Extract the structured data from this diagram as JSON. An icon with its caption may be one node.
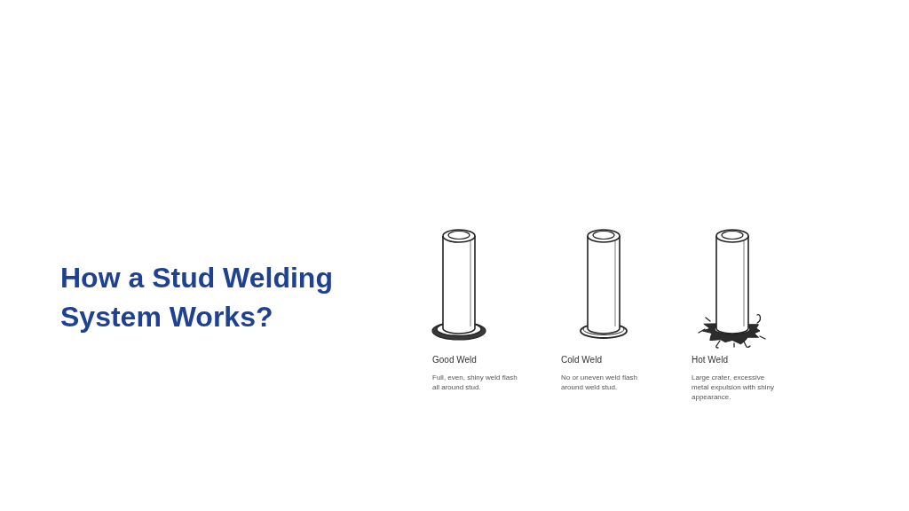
{
  "diagram": {
    "title": "How a Stud Welding System Works?",
    "nodes": [
      {
        "text": [],
        "shape": "picture",
        "beside": [
          "Good Weld",
          "Full, even, shiny weld flash all around stud."
        ]
      },
      {
        "text": [],
        "shape": "picture",
        "beside": [
          "Cold Weld",
          "No or uneven weld flash around weld stud."
        ]
      },
      {
        "text": [],
        "shape": "picture",
        "beside": [
          "Hot Weld",
          "Large crater, excessive metal expulsion with shiny appearance."
        ]
      }
    ]
  }
}
